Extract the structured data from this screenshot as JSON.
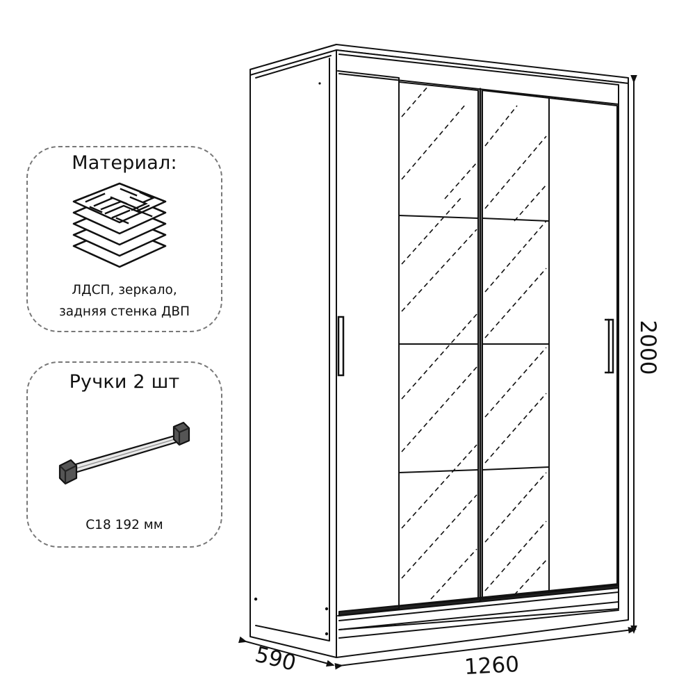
{
  "material": {
    "title": "Материал:",
    "icon": "layered-board-icon",
    "lines": [
      "ЛДСП,  зеркало,",
      "задняя стенка ДВП"
    ]
  },
  "handles": {
    "title": "Ручки 2 шт",
    "icon": "handle-icon",
    "caption": "C18 192 мм"
  },
  "dimensions": {
    "depth": "590",
    "width": "1260",
    "height": "2000"
  },
  "colors": {
    "line": "#111111",
    "card_border": "#777777"
  }
}
